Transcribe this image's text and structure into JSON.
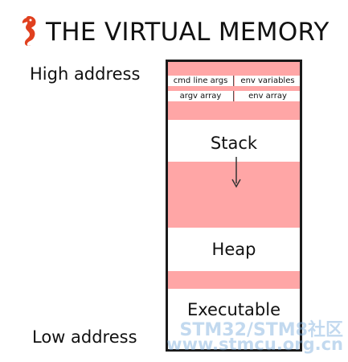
{
  "title": "THE VIRTUAL MEMORY",
  "labels": {
    "high": "High address",
    "low": "Low address"
  },
  "memory": {
    "args_row": [
      "cmd line args",
      "env variables"
    ],
    "array_row": [
      "argv array",
      "env array"
    ],
    "stack": "Stack",
    "heap": "Heap",
    "executable": "Executable"
  },
  "watermark": {
    "line1": "STM32/STM8社区",
    "line2": "www.stmcu.org.cn"
  },
  "colors": {
    "segment": "#ffa6a6",
    "border": "#1a1a1a"
  },
  "icons": {
    "logo": "seahorse-logo-icon",
    "arrow": "down-arrow-icon"
  }
}
